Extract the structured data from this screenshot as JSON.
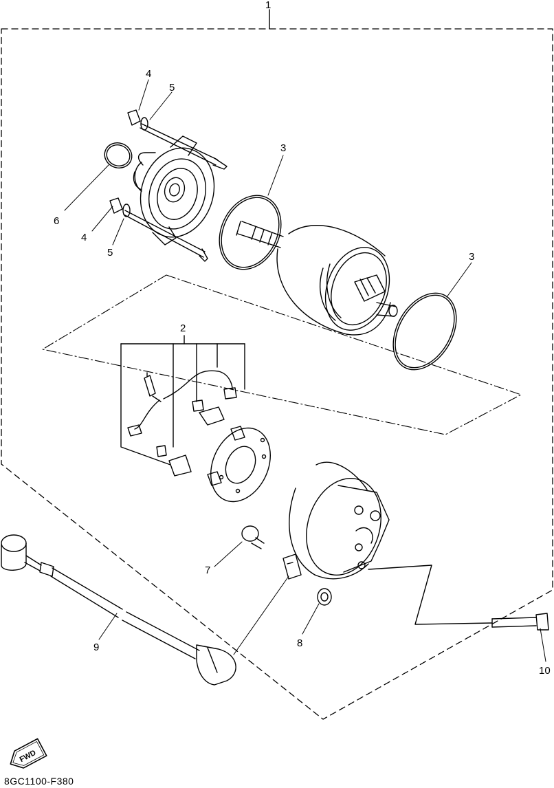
{
  "callouts": {
    "c1": "1",
    "c2": "2",
    "c3a": "3",
    "c3b": "3",
    "c4a": "4",
    "c4b": "4",
    "c5a": "5",
    "c5b": "5",
    "c6": "6",
    "c7": "7",
    "c8": "8",
    "c9": "9",
    "c10": "10"
  },
  "fwd_badge": "FWD",
  "diagram_code": "8GC1100-F380",
  "colors": {
    "line": "#000000",
    "background": "#ffffff"
  }
}
